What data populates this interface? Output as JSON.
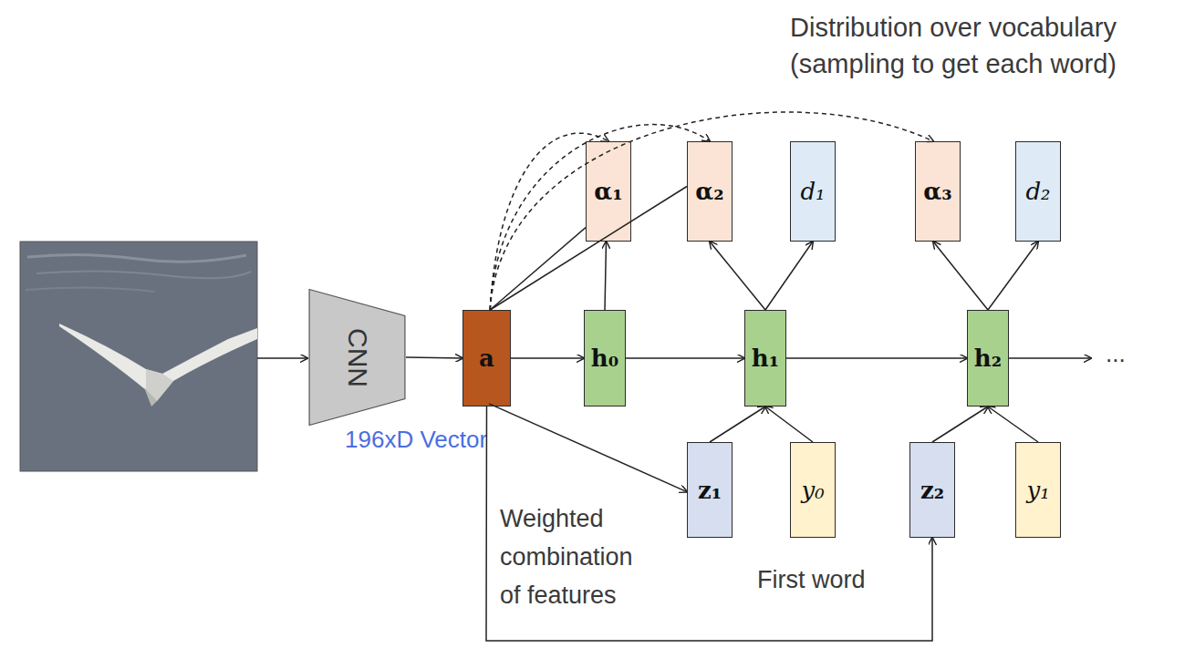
{
  "diagram": {
    "nodes": [
      {
        "text": [
          "α₁"
        ]
      },
      {
        "text": [
          "α₂"
        ]
      },
      {
        "text": [
          "d₁"
        ]
      },
      {
        "text": [
          "α₃"
        ]
      },
      {
        "text": [
          "d₂"
        ]
      },
      {
        "text": [
          "CNN"
        ]
      },
      {
        "text": [
          "a"
        ]
      },
      {
        "text": [
          "h₀"
        ]
      },
      {
        "text": [
          "h₁"
        ]
      },
      {
        "text": [
          "h₂"
        ]
      },
      {
        "text": [
          "z₁"
        ]
      },
      {
        "text": [
          "y₀"
        ]
      },
      {
        "text": [
          "z₂"
        ]
      },
      {
        "text": [
          "y₁"
        ]
      }
    ],
    "edges": [
      {
        "from": 5,
        "to": 6,
        "arrow": "to"
      },
      {
        "from": 6,
        "to": 7,
        "arrow": "to"
      },
      {
        "from": 7,
        "to": 0,
        "arrow": "to"
      },
      {
        "from": 7,
        "to": 8,
        "arrow": "to"
      },
      {
        "from": 8,
        "to": 1,
        "arrow": "to"
      },
      {
        "from": 8,
        "to": 2,
        "arrow": "to"
      },
      {
        "from": 8,
        "to": 9,
        "arrow": "to"
      },
      {
        "from": 9,
        "to": 3,
        "arrow": "to"
      },
      {
        "from": 9,
        "to": 4,
        "arrow": "to"
      },
      {
        "from": 10,
        "to": 8,
        "arrow": "to"
      },
      {
        "from": 11,
        "to": 8,
        "arrow": "to"
      },
      {
        "from": 12,
        "to": 9,
        "arrow": "to"
      },
      {
        "from": 13,
        "to": 9,
        "arrow": "to"
      },
      {
        "from": 6,
        "to": 10,
        "arrow": "to"
      },
      {
        "from": 6,
        "to": 12,
        "arrow": "to"
      },
      {
        "from": 6,
        "to": 0,
        "arrow": "none"
      },
      {
        "from": 6,
        "to": 1,
        "arrow": "none"
      },
      {
        "from": 6,
        "to": 0,
        "arrow": "to"
      },
      {
        "from": 6,
        "to": 1,
        "arrow": "to"
      },
      {
        "from": 6,
        "to": 3,
        "arrow": "to"
      }
    ],
    "labels": [
      "Distribution over vocabulary (sampling to get each word)",
      "196xD Vector",
      "Weighted combination of features",
      "First word",
      "..."
    ]
  }
}
